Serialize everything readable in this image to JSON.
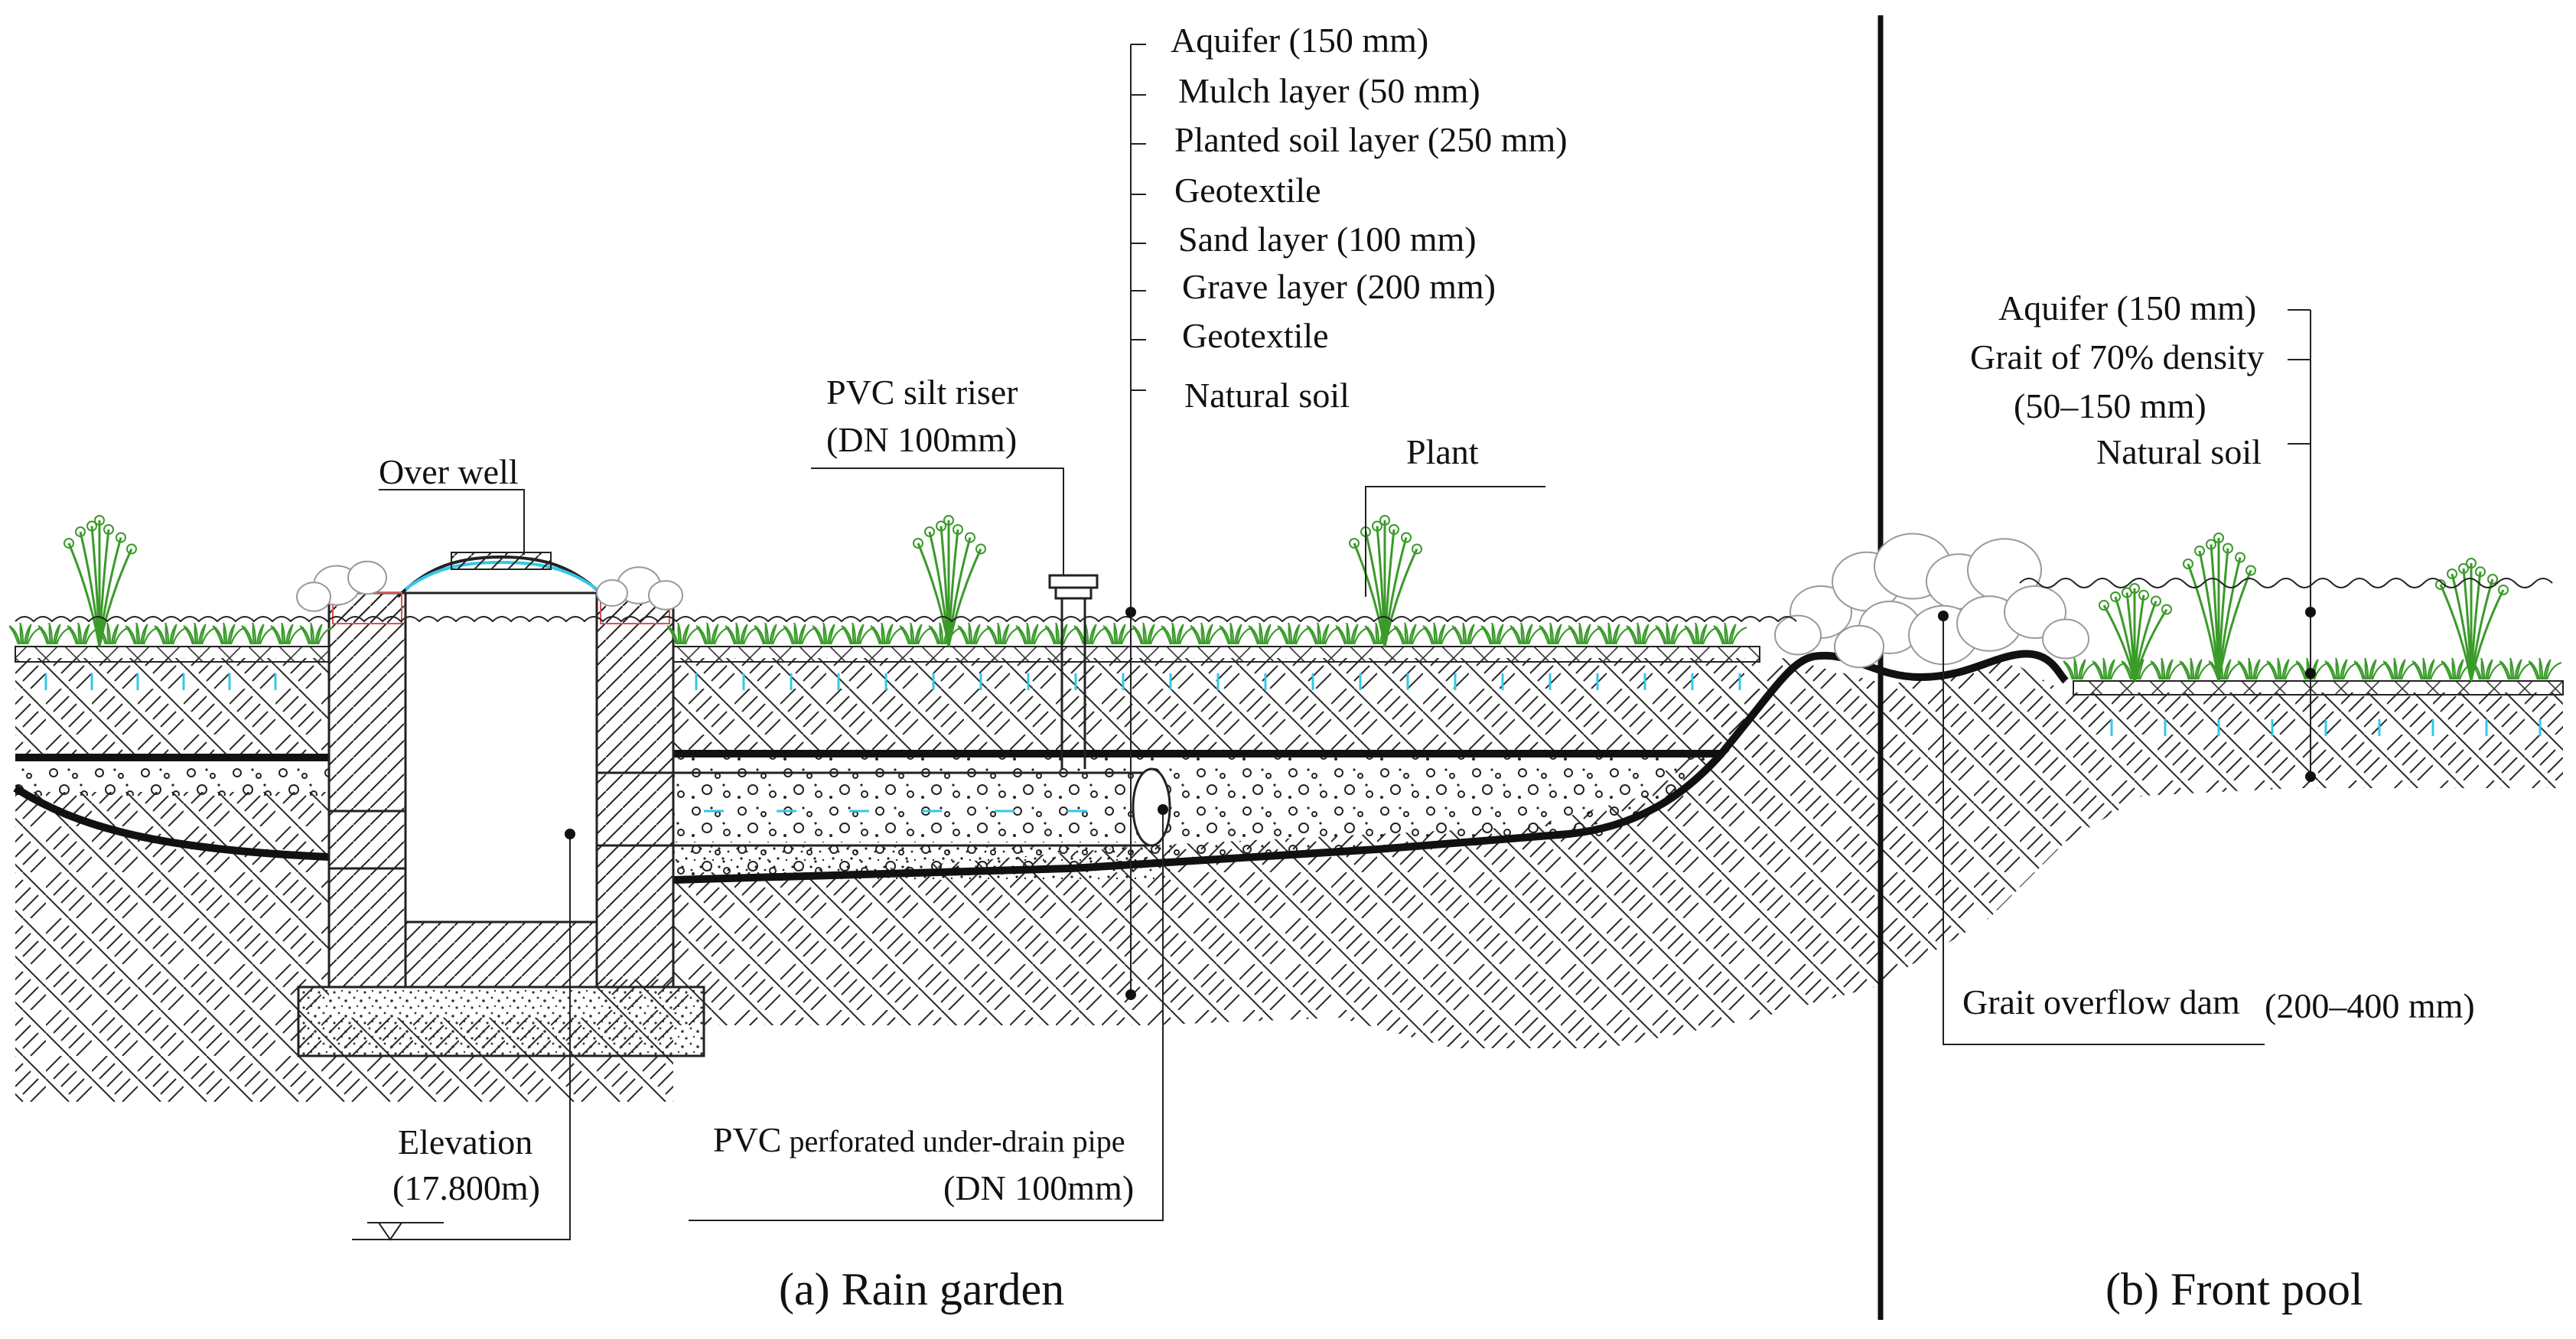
{
  "colors": {
    "ink": "#111111",
    "grass": "#3a9a2a",
    "water": "#33c8e8",
    "hatch": "#2a2a2a",
    "accent_red": "#e05050"
  },
  "rain_garden": {
    "layers": [
      "Aquifer (150 mm)",
      "Mulch layer (50 mm)",
      "Planted soil layer (250 mm)",
      "Geotextile",
      "Sand layer (100 mm)",
      "Grave layer (200 mm)",
      "Geotextile",
      "Natural soil"
    ],
    "silt_riser": [
      "PVC silt riser",
      "(DN 100mm)"
    ],
    "plant": "Plant",
    "over_well": "Over well",
    "elevation": [
      "Elevation",
      "(17.800m)"
    ],
    "underdrain": {
      "prefix": "PVC",
      "main": " perforated under-drain pipe",
      "dn": "(DN 100mm)"
    },
    "caption": "(a) Rain garden"
  },
  "front_pool": {
    "layers": [
      "Aquifer (150 mm)",
      "Grait of 70% density",
      "(50–150 mm)",
      "Natural soil"
    ],
    "dam": {
      "label": "Grait overflow dam",
      "size": "(200–400 mm)"
    },
    "caption": "(b) Front pool"
  },
  "icons": {
    "plant": "plant-icon",
    "rock": "rock-icon",
    "elevation_marker": "elevation-triangle-icon"
  }
}
